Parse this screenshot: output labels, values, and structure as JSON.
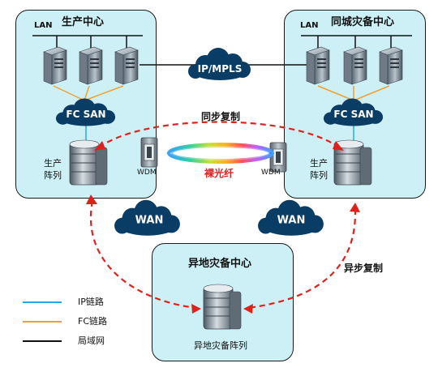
{
  "sites": {
    "production": {
      "title": "生产中心",
      "lan": "LAN",
      "fc_san": "FC SAN",
      "array": "生产\n阵列",
      "wdm": "WDM"
    },
    "same_city": {
      "title": "同城灾备中心",
      "lan": "LAN",
      "fc_san": "FC SAN",
      "array": "生产\n阵列",
      "wdm": "WDM"
    },
    "remote": {
      "title": "异地灾备中心",
      "array": "异地灾备阵列"
    }
  },
  "clouds": {
    "ip_mpls": "IP/MPLS",
    "wan_left": "WAN",
    "wan_right": "WAN"
  },
  "links": {
    "sync": "同步复制",
    "async": "异步复制",
    "bare_fiber": "裸光纤"
  },
  "legend": [
    {
      "label": "IP链路",
      "color": "#29a8e0"
    },
    {
      "label": "FC链路",
      "color": "#f0a030"
    },
    {
      "label": "局域网",
      "color": "#111111"
    }
  ],
  "colors": {
    "panel": "#cdf0f6",
    "cloud": "#0a3d66",
    "replication": "#e0201b",
    "ip": "#29a8e0",
    "fc": "#f0a030"
  },
  "icons": [
    "server-icon",
    "storage-array-icon",
    "wdm-device-icon",
    "cloud-icon"
  ]
}
